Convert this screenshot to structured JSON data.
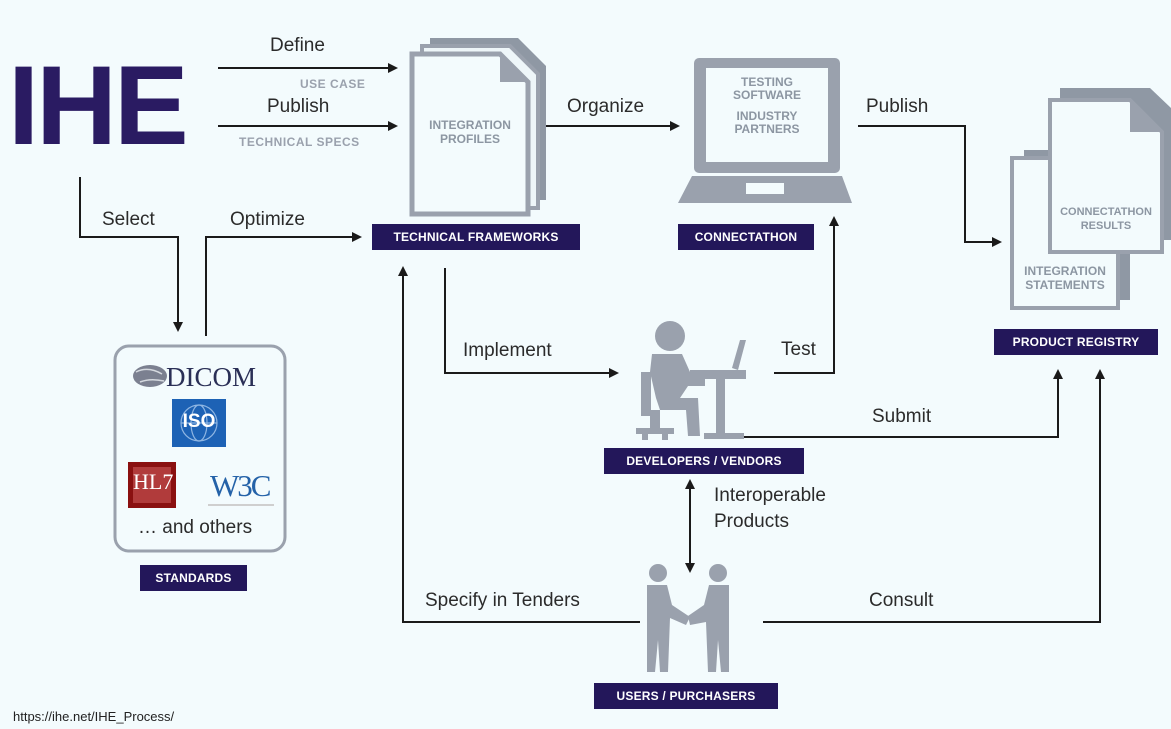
{
  "logo": "IHE",
  "labels": {
    "define": "Define",
    "use_case": "USE CASE",
    "publish1": "Publish",
    "technical_specs": "TECHNICAL SPECS",
    "organize": "Organize",
    "publish2": "Publish",
    "select": "Select",
    "optimize": "Optimize",
    "implement": "Implement",
    "test": "Test",
    "submit": "Submit",
    "interoperable1": "Interoperable",
    "interoperable2": "Products",
    "specify": "Specify in Tenders",
    "consult": "Consult"
  },
  "documents": {
    "integration_profiles_1": "INTEGRATION",
    "integration_profiles_2": "PROFILES",
    "connectathon_results_1": "CONNECTATHON",
    "connectathon_results_2": "RESULTS",
    "integration_statements_1": "INTEGRATION",
    "integration_statements_2": "STATEMENTS"
  },
  "laptop_screen": {
    "line1": "TESTING",
    "line2": "SOFTWARE",
    "line3": "INDUSTRY",
    "line4": "PARTNERS"
  },
  "badges": {
    "technical_frameworks": "TECHNICAL FRAMEWORKS",
    "connectathon": "CONNECTATHON",
    "product_registry": "PRODUCT REGISTRY",
    "developers_vendors": "DEVELOPERS / VENDORS",
    "standards": "STANDARDS",
    "users_purchasers": "USERS / PURCHASERS"
  },
  "standards": {
    "dicom": "DICOM",
    "iso": "ISO",
    "hl7": "HL7",
    "w3c": "W3C",
    "others": "… and others"
  },
  "source": "https://ihe.net/IHE_Process/",
  "colors": {
    "badge": "#23175a",
    "logo": "#2a1b62",
    "icon_gray": "#9aa1ad",
    "arrow": "#1a1a1a",
    "background": "#f3fbfd"
  }
}
